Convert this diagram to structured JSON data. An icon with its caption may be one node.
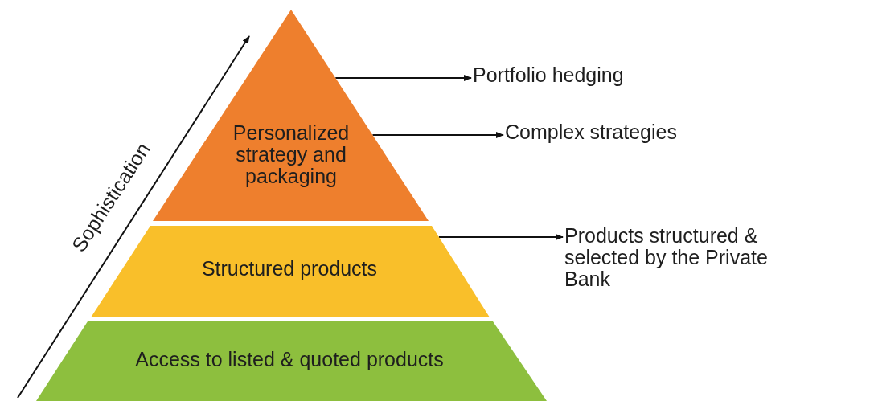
{
  "diagram": {
    "nodes": [
      {
        "text": [
          "Personalized strategy and packaging"
        ]
      },
      {
        "text": [
          "Structured products"
        ]
      },
      {
        "text": [
          "Access to listed & quoted products"
        ]
      },
      {
        "text": [
          "Portfolio hedging"
        ]
      },
      {
        "text": [
          "Complex strategies"
        ]
      },
      {
        "text": [
          "Products structured & selected by the Private Bank"
        ]
      }
    ],
    "edges": [
      {
        "from": 0,
        "to": 3,
        "arrow": "to"
      },
      {
        "from": 0,
        "to": 4,
        "arrow": "to"
      },
      {
        "from": 1,
        "to": 5,
        "arrow": "to"
      }
    ],
    "labels": [
      "Sophistication"
    ]
  }
}
